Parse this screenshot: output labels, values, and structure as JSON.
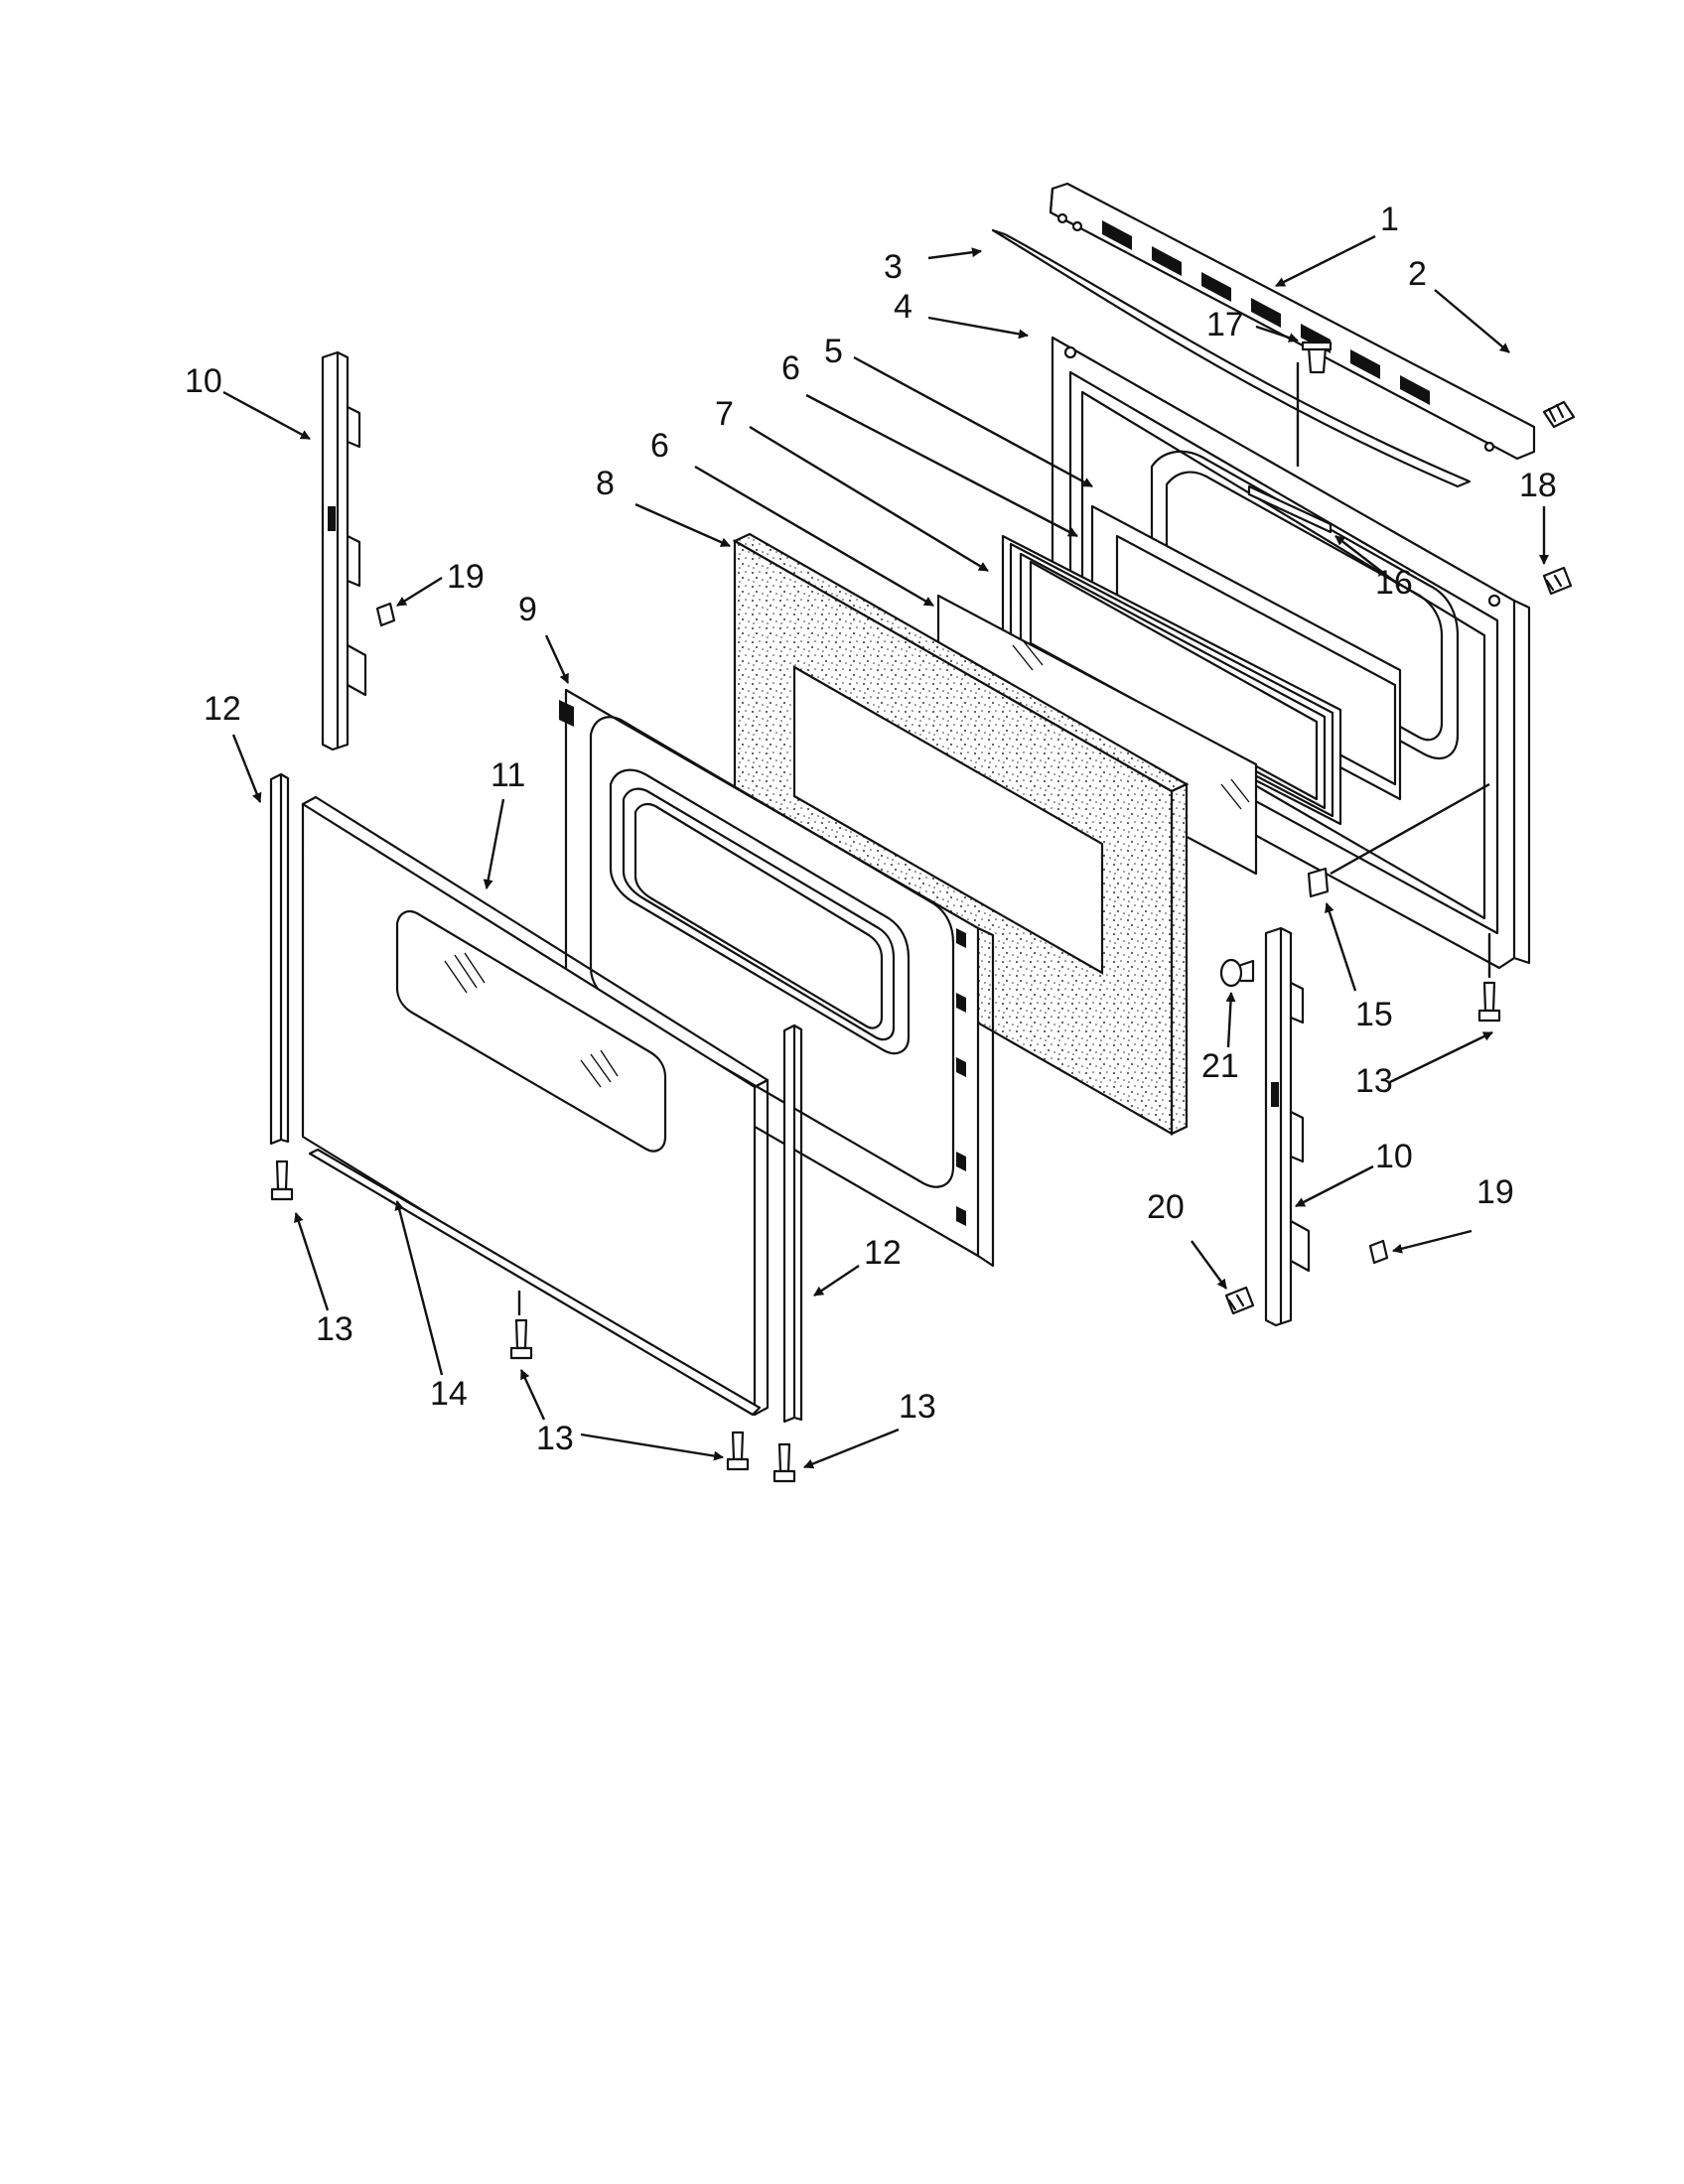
{
  "diagram": {
    "callouts": {
      "c1": "1",
      "c2": "2",
      "c3": "3",
      "c4": "4",
      "c5": "5",
      "c6a": "6",
      "c6b": "6",
      "c7": "7",
      "c8": "8",
      "c9": "9",
      "c10a": "10",
      "c10b": "10",
      "c11": "11",
      "c12a": "12",
      "c12b": "12",
      "c13a": "13",
      "c13b": "13",
      "c13c": "13",
      "c13d": "13",
      "c14": "14",
      "c15": "15",
      "c16": "16",
      "c17": "17",
      "c18": "18",
      "c19a": "19",
      "c19b": "19",
      "c20": "20",
      "c21": "21"
    }
  }
}
